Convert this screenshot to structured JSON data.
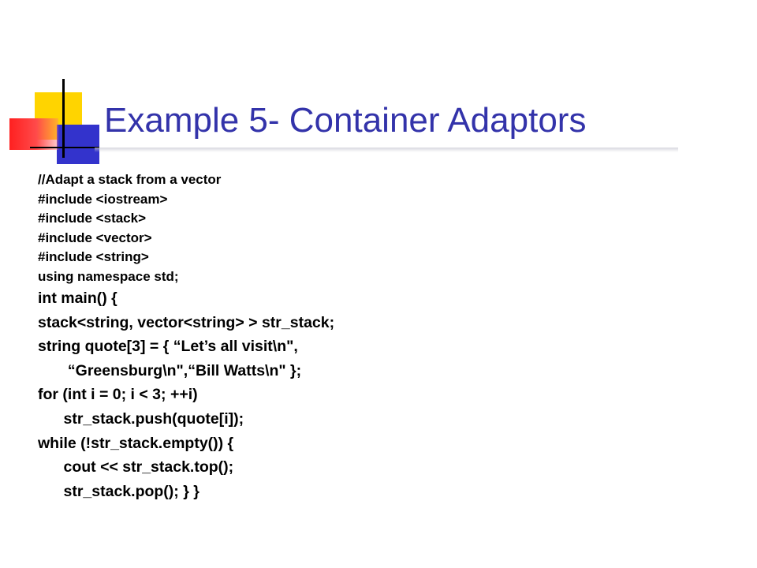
{
  "slide": {
    "title": "Example 5- Container Adaptors",
    "code_small": [
      "//Adapt a stack from a vector",
      "#include <iostream>",
      "#include <stack>",
      "#include <vector>",
      "#include <string>",
      "using namespace std;"
    ],
    "code_large": [
      "int main() {",
      "stack<string, vector<string> > str_stack;",
      "string quote[3] = { “Let’s all visit\\n\",",
      "       “Greensburg\\n\",“Bill Watts\\n\" };",
      "for (int i = 0; i < 3; ++i)",
      "      str_stack.push(quote[i]);",
      "while (!str_stack.empty()) {",
      "      cout << str_stack.top();",
      "      str_stack.pop(); } }"
    ]
  },
  "colors": {
    "title": "#3333aa",
    "logo_yellow": "#ffd400",
    "logo_blue": "#3333cc",
    "logo_red": "#ff2020"
  }
}
